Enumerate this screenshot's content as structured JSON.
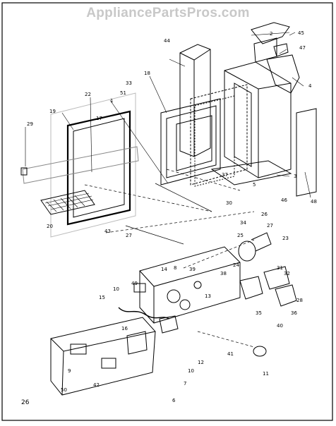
{
  "watermark": "AppliancePartsPros.com",
  "page_number": "26",
  "callouts": {
    "c1": "1",
    "c2": "2",
    "c3": "3",
    "c4": "4",
    "c5": "5",
    "c6": "6",
    "c7": "7",
    "c8": "8",
    "c9": "9",
    "c10a": "10",
    "c10b": "10",
    "c11": "11",
    "c12": "12",
    "c13": "13",
    "c14": "14",
    "c15": "15",
    "c16": "16",
    "c17": "17",
    "c18": "18",
    "c19": "19",
    "c20": "20",
    "c22": "22",
    "c23": "23",
    "c24": "24",
    "c25": "25",
    "c26": "26",
    "c27a": "27",
    "c27b": "27",
    "c28": "28",
    "c29": "29",
    "c30": "30",
    "c31": "31",
    "c32": "32",
    "c33": "33",
    "c34": "34",
    "c35": "35",
    "c36": "36",
    "c37": "37",
    "c38": "38",
    "c39": "39",
    "c40": "40",
    "c41": "41",
    "c42": "42",
    "c43": "43",
    "c44": "44",
    "c45": "45",
    "c46": "46",
    "c47": "47",
    "c48": "48",
    "c49": "49",
    "c50": "50",
    "c51": "51"
  }
}
